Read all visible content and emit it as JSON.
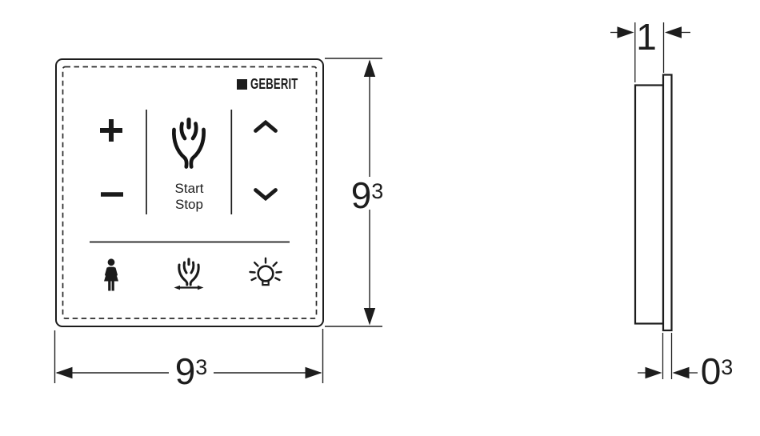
{
  "colors": {
    "line": "#222222",
    "background": "#ffffff"
  },
  "logo": {
    "brand": "GEBERIT",
    "mark": "square-logo-icon"
  },
  "front_view": {
    "spray_button": {
      "line1": "Start",
      "line2": "Stop"
    },
    "icons": {
      "increase": "plus-icon",
      "decrease": "minus-icon",
      "spray": "spray-icon",
      "up": "chevron-up-icon",
      "down": "chevron-down-icon",
      "lady": "lady-spray-icon",
      "oscillating": "oscillating-spray-icon",
      "light": "lightbulb-icon"
    },
    "dim_width": {
      "value": "9",
      "sup": "3"
    },
    "dim_height": {
      "value": "9",
      "sup": "3"
    }
  },
  "side_view": {
    "dim_depth": {
      "value": "1",
      "sup": ""
    },
    "dim_glass": {
      "value": "0",
      "sup": "3"
    }
  }
}
